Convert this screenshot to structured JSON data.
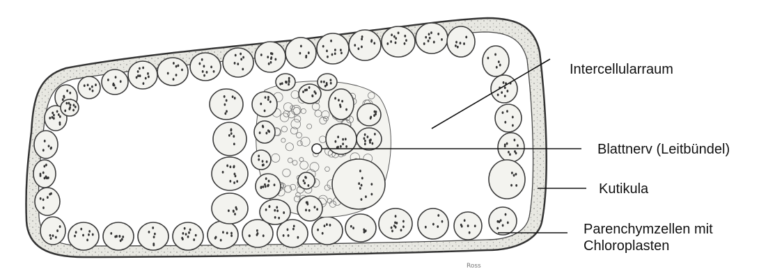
{
  "labels": {
    "intercellular": "Intercellularraum",
    "nerve": "Blattnerv (Leitbündel)",
    "cuticle": "Kutikula",
    "parenchyma_line1": "Parenchymzellen mit",
    "parenchyma_line2": "Chloroplasten"
  },
  "colors": {
    "ink": "#3a3a3a",
    "cell_fill": "#f3f3ef",
    "epidermis_fill": "#e9e9e4",
    "background": "#ffffff"
  },
  "signature": "Ross"
}
